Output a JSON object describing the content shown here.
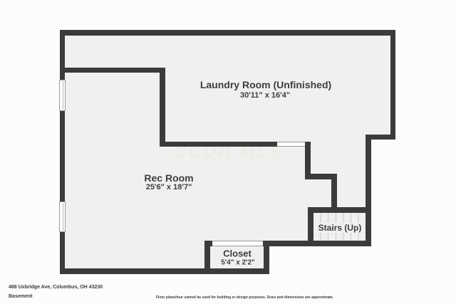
{
  "title_block": {
    "address": "488 Uxbridge Ave, Columbus, OH 43230",
    "floor_name": "Basement"
  },
  "disclaimer": "Floor plans/tour cannot be used for building or design purposes. Sizes and dimensions are approximate.",
  "watermark": "CCOR MLS",
  "rooms": {
    "laundry": {
      "name": "Laundry Room (Unfinished)",
      "dims": "30'11\" x 16'4\""
    },
    "rec": {
      "name": "Rec Room",
      "dims": "25'6\" x 18'7\""
    },
    "stairs": {
      "name": "Stairs (Up)"
    },
    "closet": {
      "name": "Closet",
      "dims": "5'4\" x 2'2\""
    }
  },
  "colors": {
    "wall": "#3b3b3b",
    "floor": "#f1f0ee",
    "background": "#fcfcfc",
    "step_line": "#c9c9c9",
    "label_text": "#3d3d3d",
    "watermark": "#ecebe8"
  }
}
